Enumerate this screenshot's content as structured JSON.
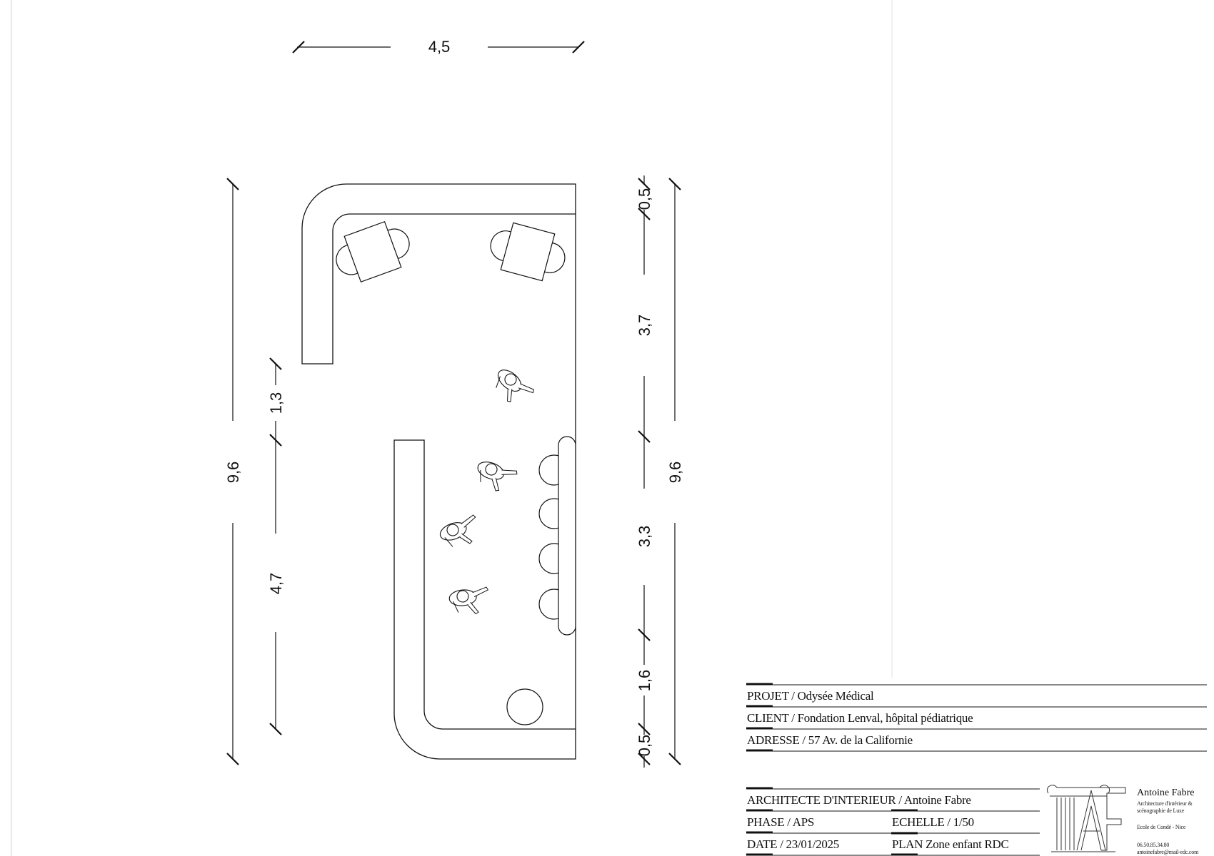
{
  "dimensions": {
    "top_width": "4,5",
    "left_total": "9,6",
    "left_upper": "1,3",
    "left_lower": "4,7",
    "right_total": "9,6",
    "right_top": "0,5",
    "right_upper": "3,7",
    "right_middle": "3,3",
    "right_lower": "1,6",
    "right_bottom": "0,5"
  },
  "title_block": {
    "projet": "PROJET / Odysée Médical",
    "client": "CLIENT / Fondation Lenval, hôpital pédiatrique",
    "adresse": "ADRESSE / 57 Av. de la Californie",
    "architecte": "ARCHITECTE D'INTERIEUR / Antoine Fabre",
    "phase": "PHASE / APS",
    "echelle": "ECHELLE / 1/50",
    "date": "DATE / 23/01/2025",
    "plan": "PLAN Zone enfant RDC"
  },
  "logo": {
    "name": "Antoine Fabre",
    "tagline_1": "Architecture d'intérieur &",
    "tagline_2": "scénographie de Luxe",
    "school": "Ecole de Condé - Nice",
    "phone": "06.50.85.34.80",
    "email": "antoinefabre@mail-edc.com"
  }
}
